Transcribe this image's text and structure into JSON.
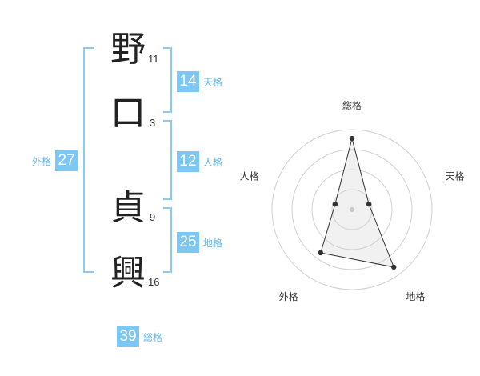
{
  "name": {
    "chars": [
      "野",
      "口",
      "貞",
      "興"
    ],
    "strokes": [
      "11",
      "3",
      "9",
      "16"
    ]
  },
  "scores": {
    "tenkaku": {
      "value": "14",
      "label": "天格"
    },
    "jinkaku": {
      "value": "12",
      "label": "人格"
    },
    "chikaku": {
      "value": "25",
      "label": "地格"
    },
    "gaikaku": {
      "value": "27",
      "label": "外格"
    },
    "soukaku": {
      "value": "39",
      "label": "総格"
    }
  },
  "colors": {
    "accent": "#7cc7f3",
    "accent_text": "#62b6ea",
    "bracket": "#8ccbf0"
  },
  "chart_data": {
    "type": "radar",
    "axes": [
      "総格",
      "天格",
      "地格",
      "外格",
      "人格"
    ],
    "values": [
      4,
      1,
      4,
      3,
      1
    ],
    "max": 4.5,
    "rings": 4
  }
}
